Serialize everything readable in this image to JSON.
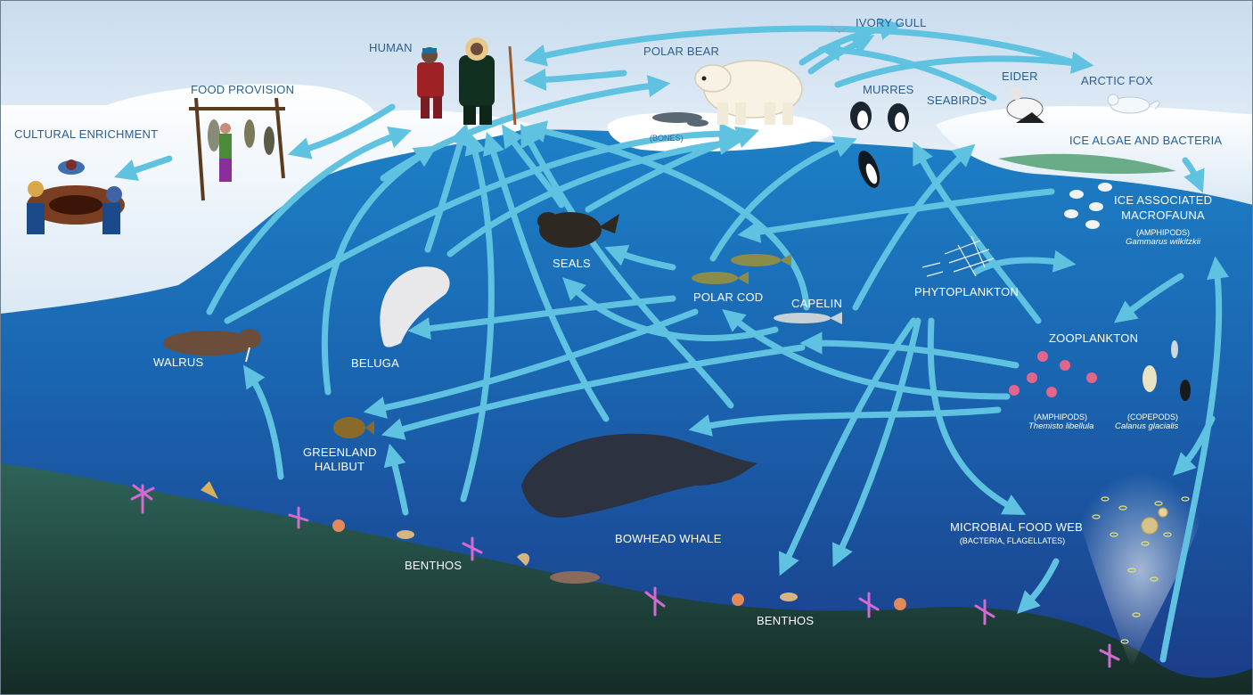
{
  "labels": {
    "human": "HUMAN",
    "food_provision": "FOOD PROVISION",
    "cultural_enrichment": "CULTURAL ENRICHMENT",
    "polar_bear": "POLAR BEAR",
    "bones": "(BONES)",
    "ivory_gull": "IVORY GULL",
    "murres": "MURRES",
    "seabirds": "SEABIRDS",
    "eider": "EIDER",
    "arctic_fox": "ARCTIC FOX",
    "ice_algae": "ICE ALGAE AND BACTERIA",
    "ice_macrofauna_1": "ICE ASSOCIATED",
    "ice_macrofauna_2": "MACROFAUNA",
    "ice_amphipods": "(AMPHIPODS)",
    "ice_amphipods_species": "Gammarus wilkitzkii",
    "seals": "SEALS",
    "polar_cod": "POLAR COD",
    "capelin": "CAPELIN",
    "phytoplankton": "PHYTOPLANKTON",
    "zooplankton": "ZOOPLANKTON",
    "amphipods": "(AMPHIPODS)",
    "amphipods_species": "Themisto libellula",
    "copepods": "(COPEPODS)",
    "copepods_species": "Calanus glacialis",
    "walrus": "WALRUS",
    "beluga": "BELUGA",
    "greenland_halibut_1": "GREENLAND",
    "greenland_halibut_2": "HALIBUT",
    "bowhead_whale": "BOWHEAD WHALE",
    "microbial_1": "MICROBIAL FOOD WEB",
    "microbial_2": "(BACTERIA, FLAGELLATES)",
    "benthos_left": "BENTHOS",
    "benthos_center": "BENTHOS"
  },
  "colors": {
    "sky": "#d9e7f3",
    "ice": "#ffffff",
    "ocean_top": "#1e80c4",
    "ocean_bottom": "#1a3f8c",
    "seabed": "#244a40",
    "arrow": "#5fc2e0",
    "label_dark": "#2a5f8f",
    "label_light": "#ffffff"
  }
}
